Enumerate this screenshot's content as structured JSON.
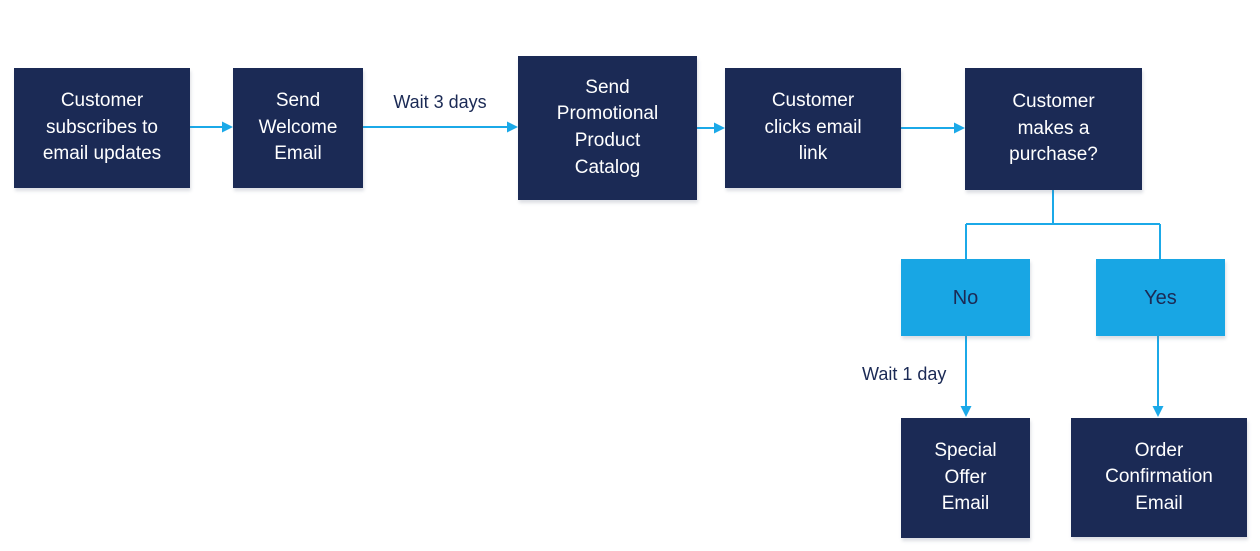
{
  "diagram": {
    "description": "Email marketing automation flowchart",
    "colors": {
      "process_fill": "#1b2a55",
      "process_text": "#ffffff",
      "branch_fill": "#18a6e4",
      "branch_text": "#1b2a55",
      "connector": "#1ba9e8",
      "background": "#ffffff"
    },
    "nodes": [
      {
        "id": "subscribe",
        "type": "process",
        "label": "Customer\nsubscribes to\nemail updates"
      },
      {
        "id": "welcome",
        "type": "process",
        "label": "Send\nWelcome\nEmail"
      },
      {
        "id": "catalog",
        "type": "process",
        "label": "Send\nPromotional\nProduct\nCatalog"
      },
      {
        "id": "clicks",
        "type": "process",
        "label": "Customer\nclicks email\nlink"
      },
      {
        "id": "purchase",
        "type": "process",
        "label": "Customer\nmakes a\npurchase?"
      },
      {
        "id": "no",
        "type": "branch",
        "label": "No"
      },
      {
        "id": "yes",
        "type": "branch",
        "label": "Yes"
      },
      {
        "id": "offer",
        "type": "process",
        "label": "Special\nOffer\nEmail"
      },
      {
        "id": "confirmation",
        "type": "process",
        "label": "Order\nConfirmation\nEmail"
      }
    ],
    "edge_labels": [
      {
        "id": "wait3",
        "label": "Wait 3 days",
        "edge": "welcome → catalog"
      },
      {
        "id": "wait1",
        "label": "Wait 1 day",
        "edge": "no → offer"
      }
    ]
  }
}
